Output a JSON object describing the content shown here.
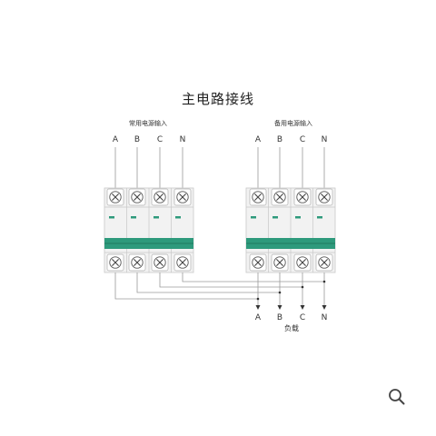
{
  "title": "主电路接线",
  "main_source": {
    "label": "常用电源输入",
    "phases": [
      "A",
      "B",
      "C",
      "N"
    ]
  },
  "backup_source": {
    "label": "备用电源输入",
    "phases": [
      "A",
      "B",
      "C",
      "N"
    ]
  },
  "load": {
    "label": "负载",
    "phases": [
      "A",
      "B",
      "C",
      "N"
    ]
  },
  "colors": {
    "band": "#2e9a7c",
    "wire": "#9a9a9a",
    "text": "#333333"
  },
  "zoom_icon": "magnifier-icon"
}
